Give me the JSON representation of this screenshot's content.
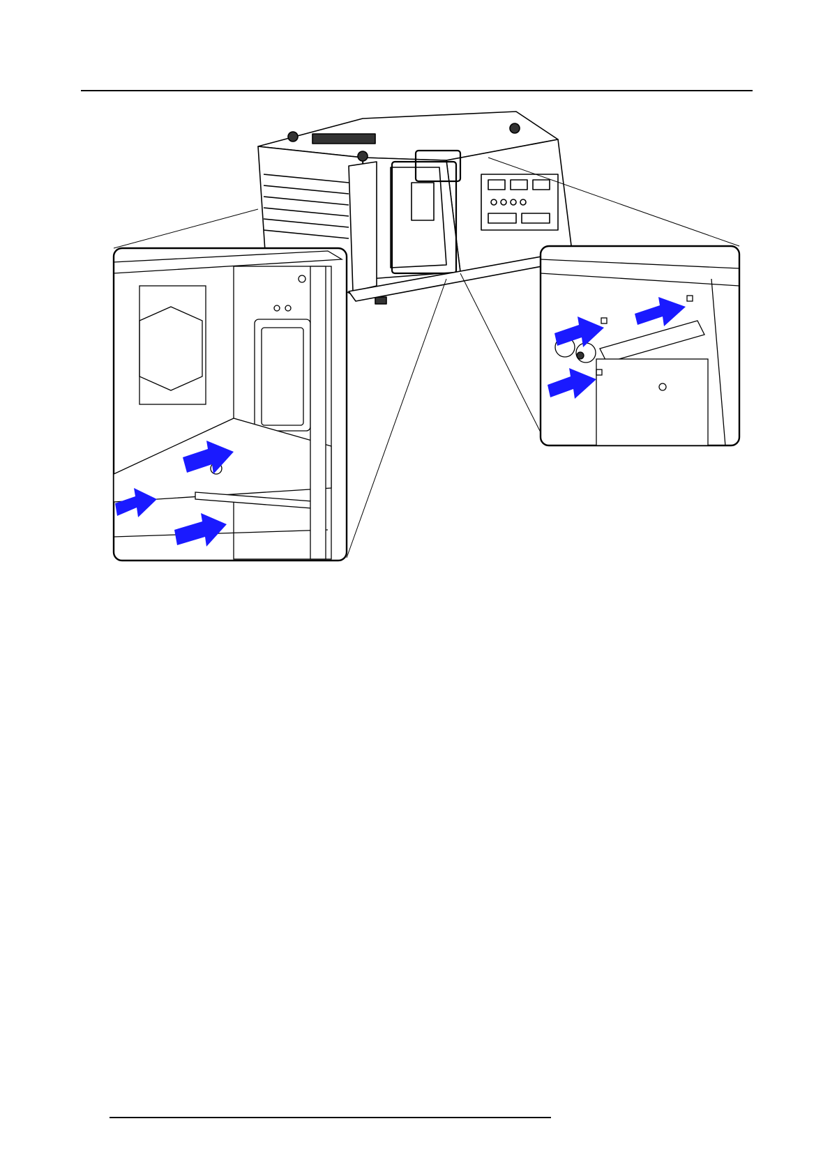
{
  "page": {
    "header_rule": true,
    "footer_rule": true
  },
  "figure": {
    "subject": "projector-illustration",
    "detail_views": [
      "left-detail-inset",
      "right-detail-inset"
    ],
    "arrow_color": "#1a1aff",
    "line_color": "#000000",
    "arrows": {
      "left_inset": 3,
      "right_inset": 3
    }
  }
}
